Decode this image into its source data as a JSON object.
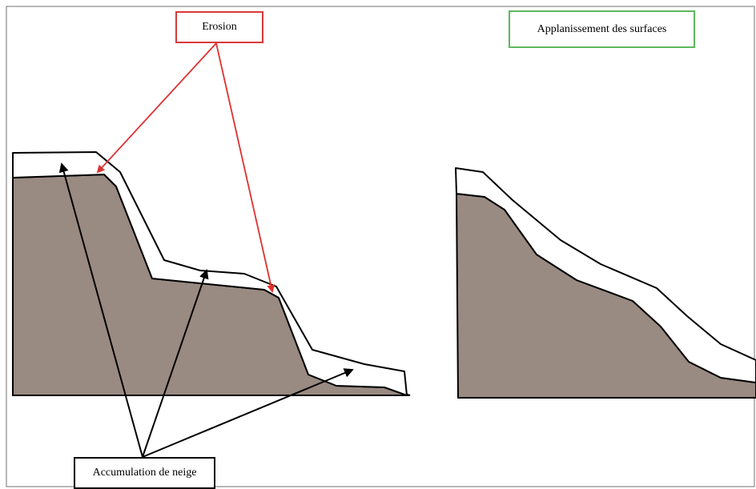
{
  "labels": {
    "erosion": "Erosion",
    "flattening": "Applanissement des surfaces",
    "snow_accumulation": "Accumulation de neige"
  },
  "colors": {
    "rock": "#998a82",
    "snow": "#ffffff",
    "outline": "#000000",
    "erosion_arrow": "#e03030",
    "snow_arrow": "#000000",
    "frame": "#888888",
    "flatten_border": "#5cb85c"
  }
}
